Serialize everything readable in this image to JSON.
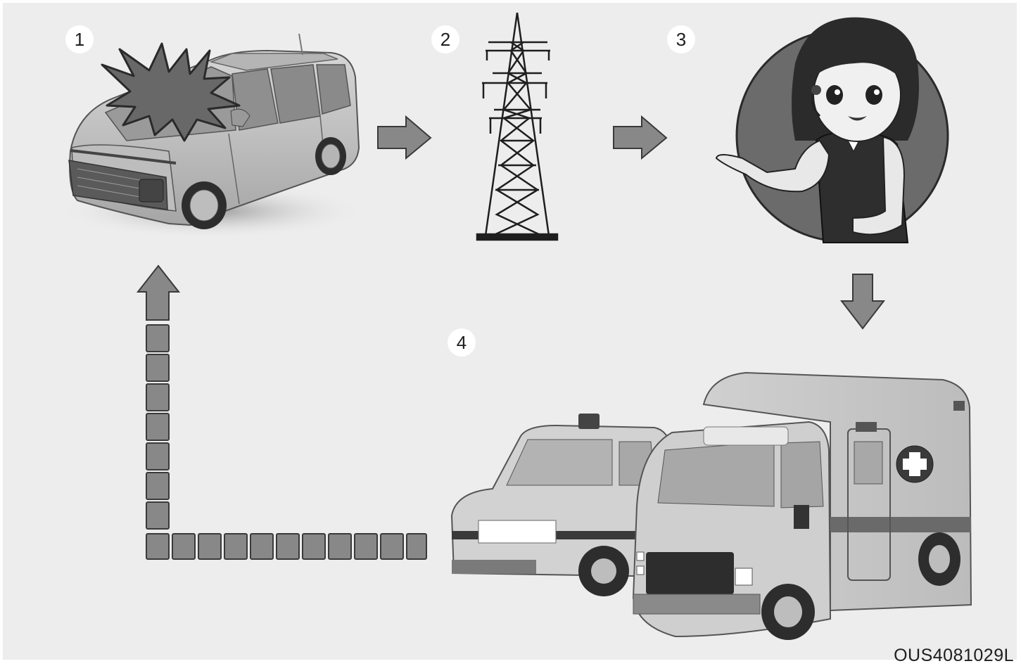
{
  "steps": [
    {
      "number": "1"
    },
    {
      "number": "2"
    },
    {
      "number": "3"
    },
    {
      "number": "4"
    }
  ],
  "figure_code": "OUS4081029L",
  "colors": {
    "panel": "#ededed",
    "arrow_fill": "#888888",
    "arrow_stroke": "#3a3a3a",
    "vehicle_light": "#c9c9c9",
    "vehicle_dark": "#6e6e6e",
    "circle": "#6b6b6b"
  }
}
